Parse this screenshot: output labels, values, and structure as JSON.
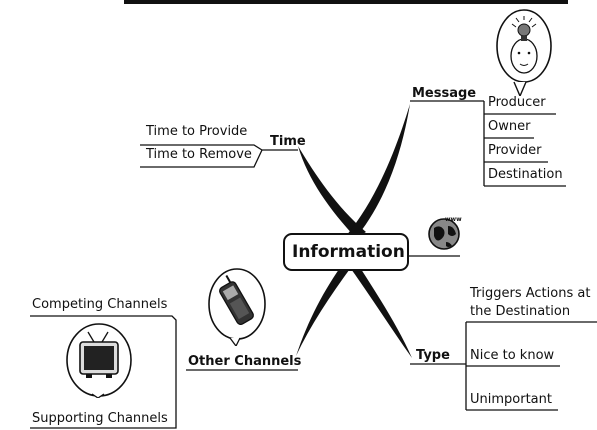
{
  "central": {
    "label": "Information"
  },
  "branches": {
    "message": {
      "label": "Message",
      "items": [
        "Producer",
        "Owner",
        "Provider",
        "Destination"
      ]
    },
    "time": {
      "label": "Time",
      "items": [
        "Time to Provide",
        "Time to Remove"
      ]
    },
    "other_channels": {
      "label": "Other Channels",
      "items": [
        "Competing Channels",
        "Supporting Channels"
      ]
    },
    "type": {
      "label": "Type",
      "items": [
        "Triggers Actions at",
        "the Destination",
        "Nice to know",
        "Unimportant"
      ]
    }
  },
  "icons": {
    "person": "person-with-lightbulb-icon",
    "globe": "globe-www-icon",
    "globe_text": "www",
    "phone": "mobile-phone-icon",
    "tv": "television-icon"
  },
  "colors": {
    "ink": "#111111",
    "background": "#ffffff"
  }
}
